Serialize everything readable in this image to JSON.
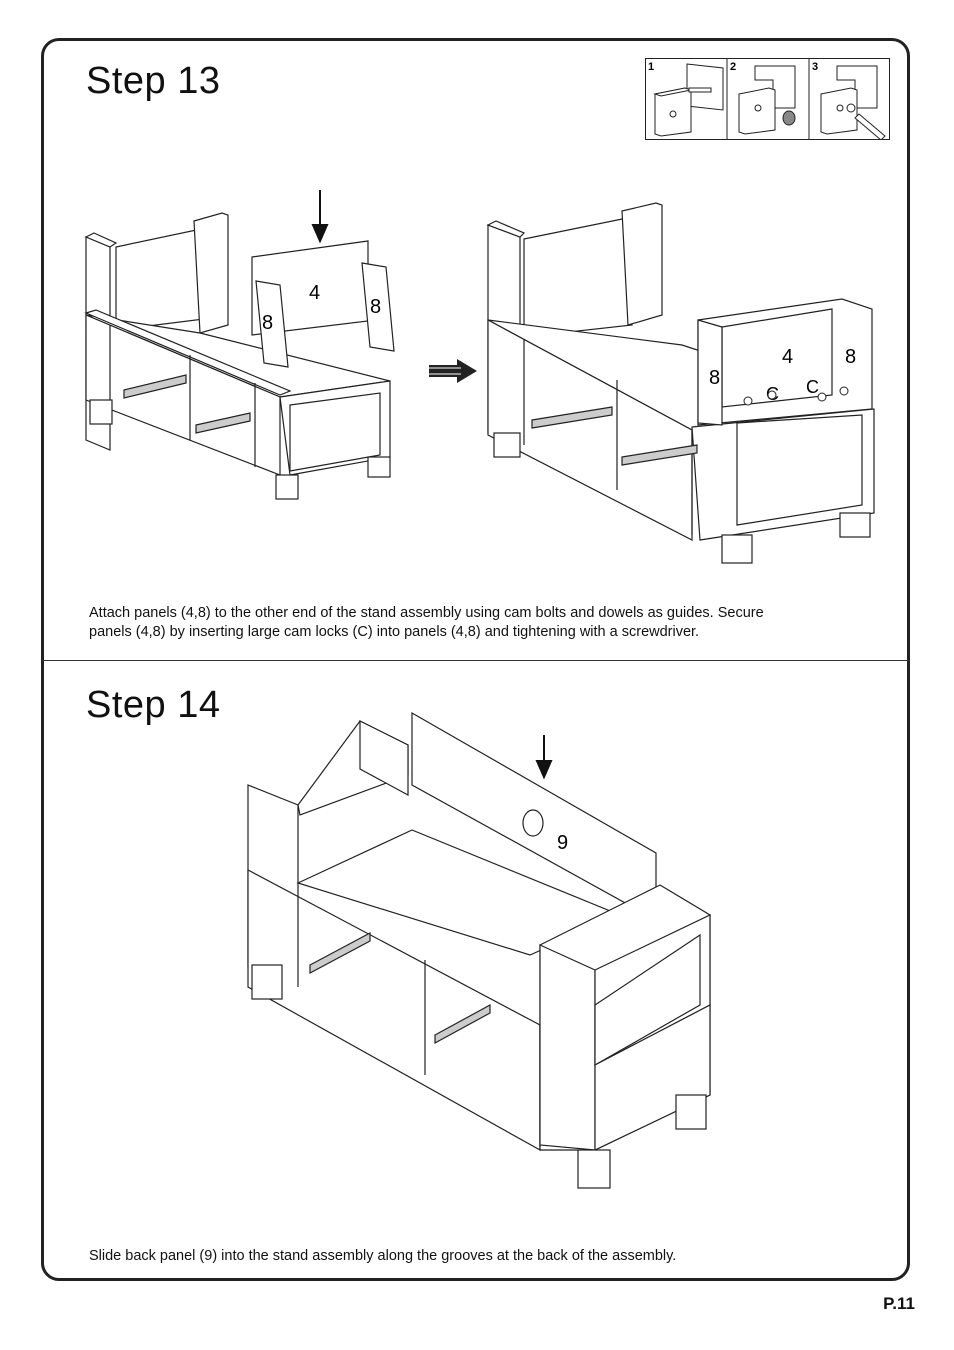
{
  "step13": {
    "title": "Step  13",
    "caption_line1": "Attach panels (4,8) to the other end of the stand assembly using cam bolts and dowels as guides. Secure",
    "caption_line2": "panels (4,8) by inserting large cam locks (C) into panels (4,8) and tightening with a screwdriver.",
    "thumb_numbers": [
      "1",
      "2",
      "3"
    ],
    "left_labels": {
      "panel_4": "4",
      "panel_8a": "8",
      "panel_8b": "8"
    },
    "right_labels": {
      "panel_4": "4",
      "panel_8a": "8",
      "panel_8b": "8",
      "cam_c1": "C",
      "cam_c2": "C"
    }
  },
  "step14": {
    "title": "Step  14",
    "caption": "Slide back panel (9) into the stand assembly along the grooves at the back of the assembly.",
    "label_9": "9"
  },
  "page_number": "P.11"
}
